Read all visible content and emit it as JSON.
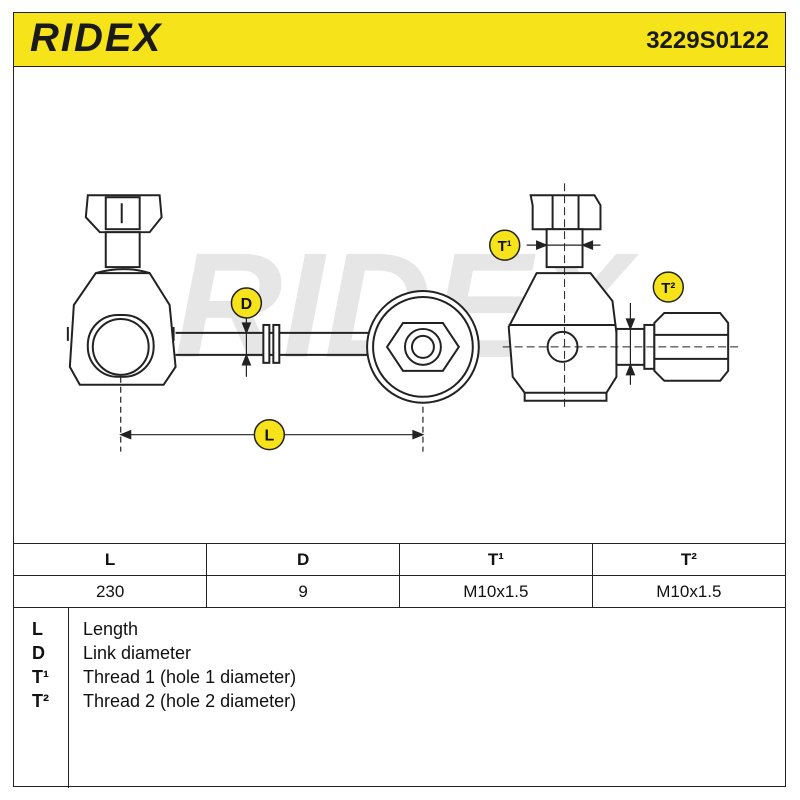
{
  "header": {
    "brand": "RIDEX",
    "part_number": "3229S0122"
  },
  "drawing": {
    "watermark": "RIDEX",
    "labels": {
      "d": "D",
      "l": "L",
      "t1": "T¹",
      "t2": "T²"
    }
  },
  "specs": {
    "headers": [
      "L",
      "D",
      "T¹",
      "T²"
    ],
    "values": [
      "230",
      "9",
      "M10x1.5",
      "M10x1.5"
    ]
  },
  "legend": [
    {
      "symbol": "L",
      "text": "Length"
    },
    {
      "symbol": "D",
      "text": "Link diameter"
    },
    {
      "symbol": "T¹",
      "text": "Thread 1 (hole 1 diameter)"
    },
    {
      "symbol": "T²",
      "text": "Thread 2 (hole 2 diameter)"
    }
  ],
  "colors": {
    "header_bg": "#f7e31a",
    "badge_bg": "#f7e31a",
    "line": "#222222"
  }
}
